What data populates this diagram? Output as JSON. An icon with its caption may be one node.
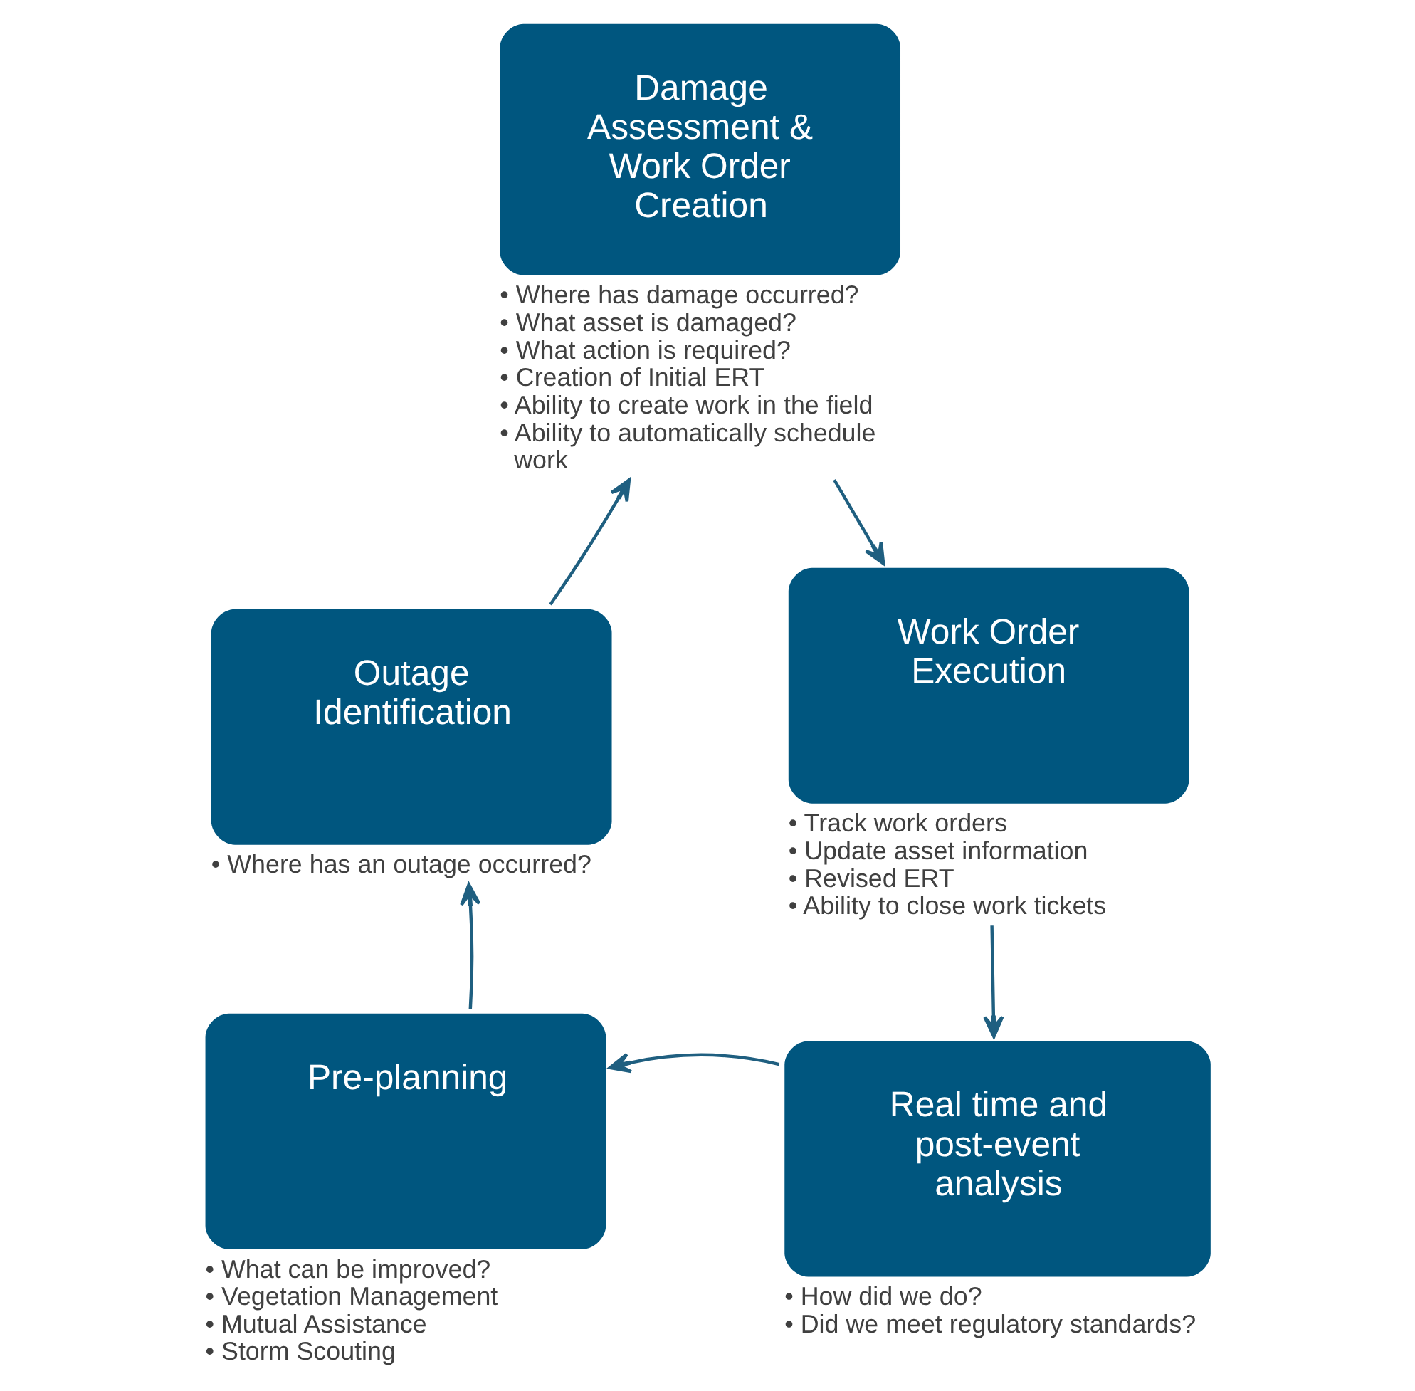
{
  "diagram": {
    "nodes": [
      {
        "text": [
          "Damage Assessment & Work Order Creation"
        ],
        "beside": [
          "• Where has damage occurred?",
          "• What asset is damaged?",
          "• What action is required?",
          "• Creation of Initial ERT",
          "• Ability to create work in the field",
          "• Ability to automatically schedule work"
        ]
      },
      {
        "text": [
          "Outage Identification"
        ],
        "beside": [
          "• Where has an outage occurred?"
        ]
      },
      {
        "text": [
          "Work Order Execution"
        ],
        "beside": [
          "• Track work orders",
          "• Update asset information",
          "• Revised ERT",
          "• Ability to close work tickets"
        ]
      },
      {
        "text": [
          "Real time and post-event analysis"
        ],
        "beside": [
          "• How did we do?",
          "• Did we meet regulatory standards?"
        ]
      },
      {
        "text": [
          "Pre-planning"
        ],
        "beside": [
          "• What can be improved?",
          "• Vegetation Management",
          "• Mutual Assistance",
          "• Storm Scouting"
        ]
      }
    ],
    "edges": [
      {
        "from": 0,
        "to": 2,
        "arrow": "to"
      },
      {
        "from": 2,
        "to": 3,
        "arrow": "to"
      },
      {
        "from": 3,
        "to": 4,
        "arrow": "to"
      },
      {
        "from": 4,
        "to": 1,
        "arrow": "to"
      },
      {
        "from": 1,
        "to": 0,
        "arrow": "to"
      }
    ]
  }
}
